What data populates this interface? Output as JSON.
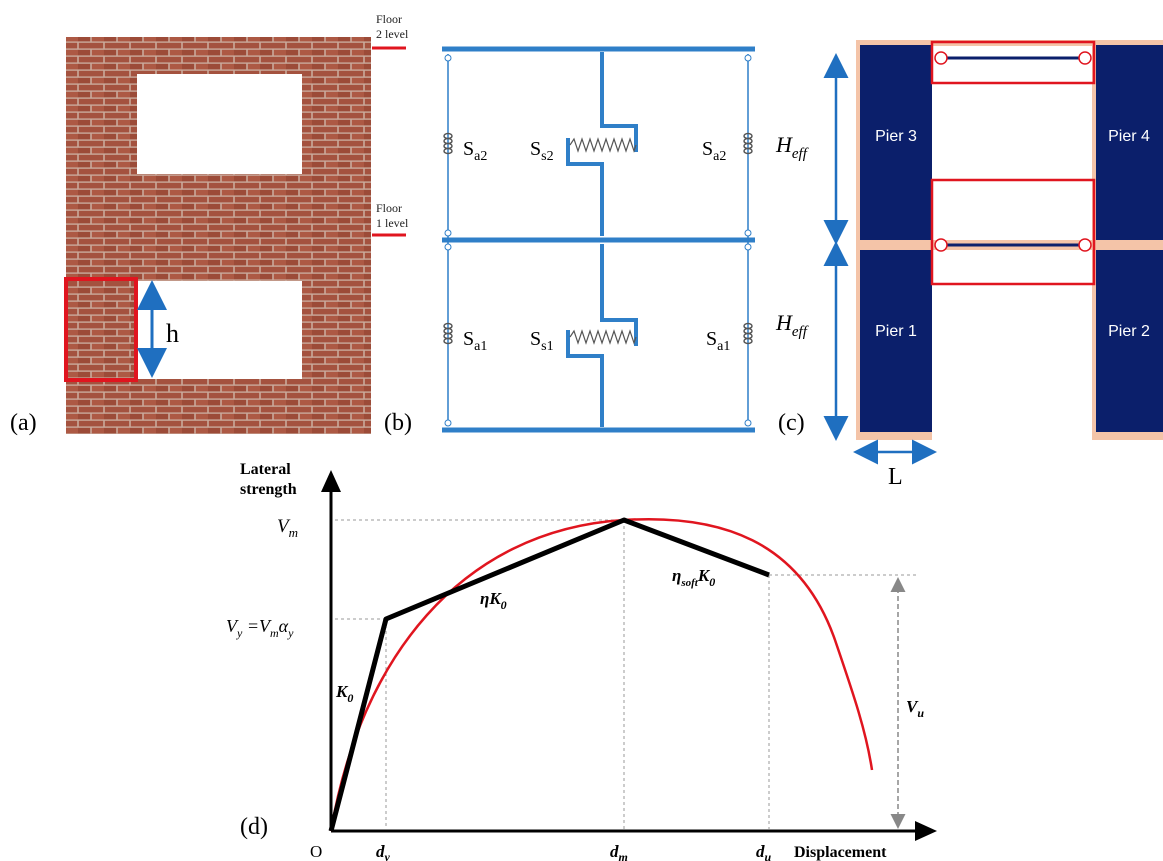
{
  "panel_a": {
    "tag": "(a)",
    "floor2_line1": "Floor",
    "floor2_line2": "2 level",
    "floor1_line1": "Floor",
    "floor1_line2": "1 level",
    "height_label": "h",
    "colors": {
      "brick": "#a4523f",
      "mortar": "#c9a99b",
      "highlight": "#e0151f",
      "arrow": "#1f6fc0"
    }
  },
  "panel_b": {
    "tag": "(b)",
    "spring_top_left": {
      "main": "S",
      "sub": "a2"
    },
    "spring_top_shear": {
      "main": "S",
      "sub": "s2"
    },
    "spring_top_right": {
      "main": "S",
      "sub": "a2"
    },
    "spring_bot_left": {
      "main": "S",
      "sub": "a1"
    },
    "spring_bot_shear": {
      "main": "S",
      "sub": "s1"
    },
    "spring_bot_right": {
      "main": "S",
      "sub": "a1"
    },
    "heff_top": {
      "main": "H",
      "sub": "eff"
    },
    "heff_bot": {
      "main": "H",
      "sub": "eff"
    },
    "colors": {
      "frame": "#2f7fc8",
      "spring": "#555555"
    }
  },
  "panel_c": {
    "tag": "(c)",
    "pier3": "Pier 3",
    "pier4": "Pier 4",
    "pier1": "Pier 1",
    "pier2": "Pier 2",
    "length_label": "L",
    "colors": {
      "pier": "#0b1f6b",
      "beam": "#f4c4a8",
      "link": "#e0151f",
      "arrow": "#1f6fc0"
    }
  },
  "panel_d": {
    "tag": "(d)",
    "y_axis_line1": "Lateral",
    "y_axis_line2": "strength",
    "x_axis": "Displacement",
    "origin": "O",
    "vm": {
      "main": "V",
      "sub": "m"
    },
    "vy": {
      "lhs": "V",
      "lhs_sub": "y",
      "eq": " =V",
      "eq_sub": "m",
      "alpha": "α",
      "alpha_sub": "y"
    },
    "k0": {
      "main": "K",
      "sub": "0"
    },
    "eta_k0": {
      "main": "ηK",
      "sub": "0"
    },
    "eta_soft": {
      "main": "η",
      "sub": "soft",
      "k": "K",
      "k_sub": "0"
    },
    "vu": {
      "main": "V",
      "sub": "u"
    },
    "dy": {
      "main": "d",
      "sub": "y"
    },
    "dm": {
      "main": "d",
      "sub": "m"
    },
    "du": {
      "main": "d",
      "sub": "u"
    },
    "colors": {
      "curve": "#e0151f",
      "bilinear": "#000000",
      "guide": "#888888"
    }
  }
}
